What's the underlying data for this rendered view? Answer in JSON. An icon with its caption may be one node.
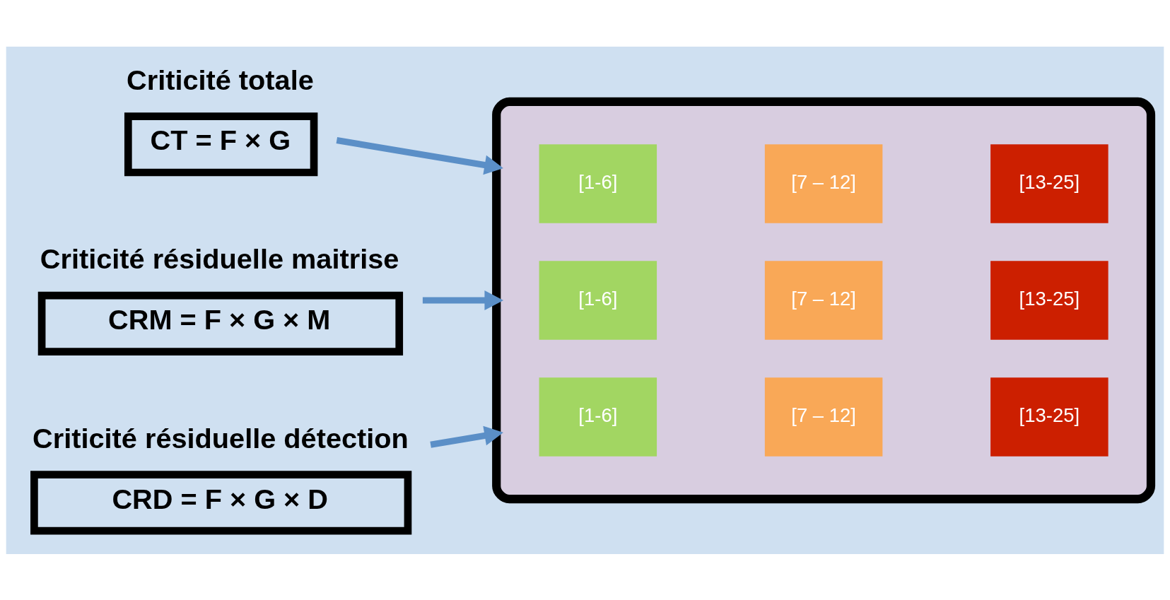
{
  "diagram": {
    "nodes": [
      {
        "text": [
          "Criticité totale",
          "CT = F × G"
        ]
      },
      {
        "text": [
          "Criticité résiduelle maitrise",
          "CRM = F × G × M"
        ]
      },
      {
        "text": [
          "Criticité résiduelle détection",
          "CRD = F × G × D"
        ]
      },
      {
        "text": [],
        "shape": "ellipse"
      },
      {
        "text": [
          "[1-6]"
        ],
        "in": 3
      },
      {
        "text": [
          "[7 – 12]"
        ],
        "in": 3
      },
      {
        "text": [
          "[13-25]"
        ],
        "in": 3
      },
      {
        "text": [
          "[1-6]"
        ],
        "in": 3
      },
      {
        "text": [
          "[7 – 12]"
        ],
        "in": 3
      },
      {
        "text": [
          "[13-25]"
        ],
        "in": 3
      },
      {
        "text": [
          "[1-6]"
        ],
        "in": 3
      },
      {
        "text": [
          "[7 – 12]"
        ],
        "in": 3
      },
      {
        "text": [
          "[13-25]"
        ],
        "in": 3
      }
    ],
    "edges": [
      {
        "from": 0,
        "to": 3,
        "arrow": "to"
      },
      {
        "from": 1,
        "to": 3,
        "arrow": "to"
      },
      {
        "from": 2,
        "to": 3,
        "arrow": "to"
      }
    ]
  }
}
